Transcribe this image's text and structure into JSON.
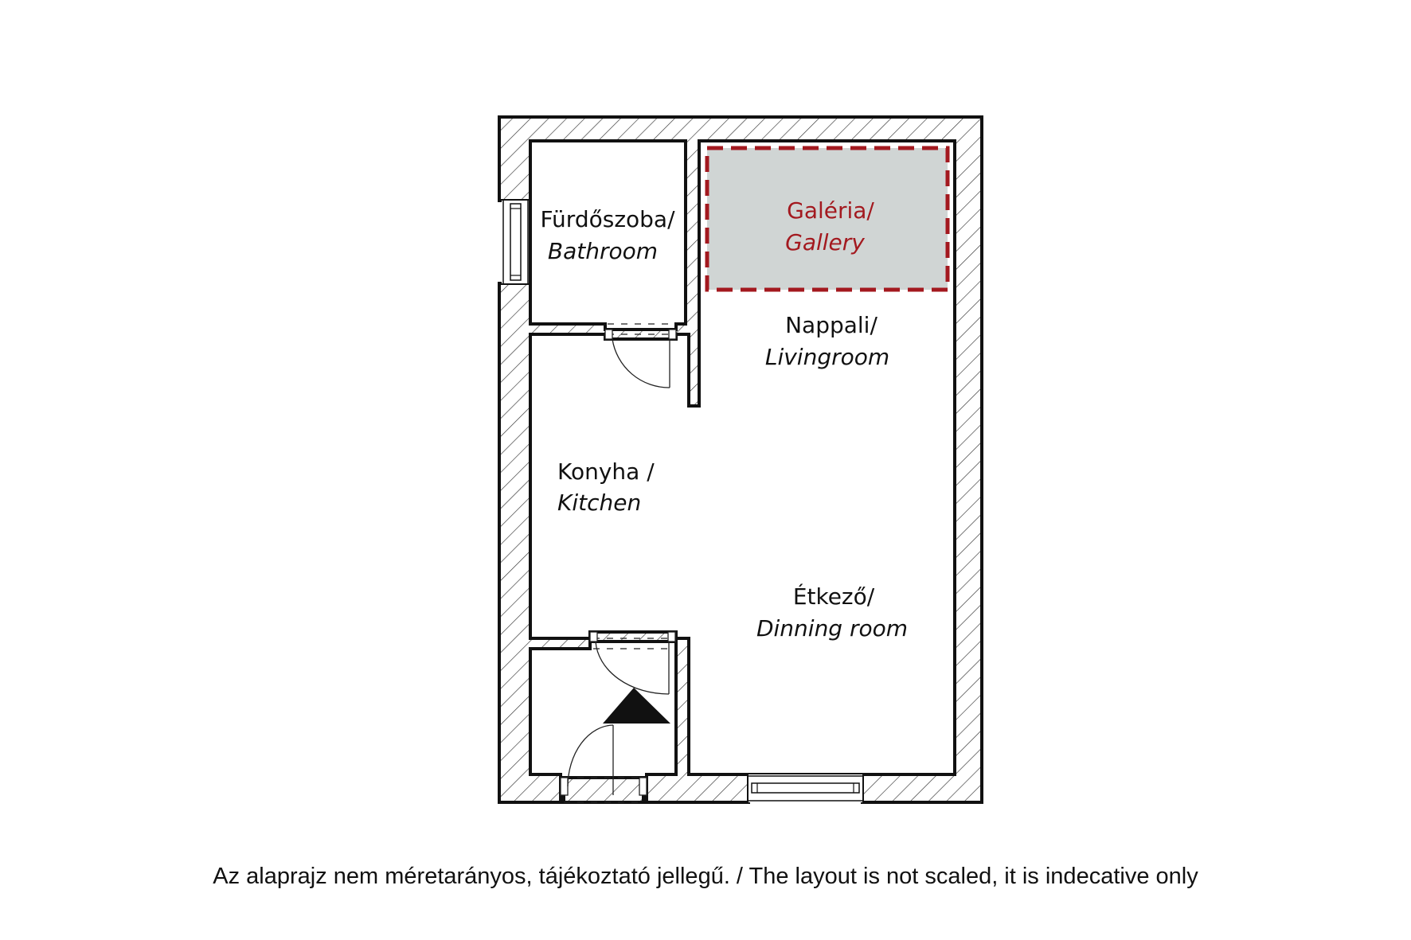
{
  "rooms": {
    "bathroom": {
      "hu": "Fürdőszoba/",
      "en": "Bathroom"
    },
    "gallery": {
      "hu": "Galéria/",
      "en": "Gallery"
    },
    "livingroom": {
      "hu": "Nappali/",
      "en": "Livingroom"
    },
    "kitchen": {
      "hu": "Konyha /",
      "en": "Kitchen"
    },
    "dining": {
      "hu": "Étkező/",
      "en": "Dinning room"
    }
  },
  "entrance_marker": "entrance-triangle",
  "footnote": "Az alaprajz nem méretarányos, tájékoztató jellegű. / The layout is not scaled, it is indecative only",
  "colors": {
    "wall_line": "#111111",
    "hatch": "#333333",
    "gallery_fill": "#d0d5d4",
    "gallery_border": "#a3191f",
    "gallery_text": "#a3191f"
  }
}
